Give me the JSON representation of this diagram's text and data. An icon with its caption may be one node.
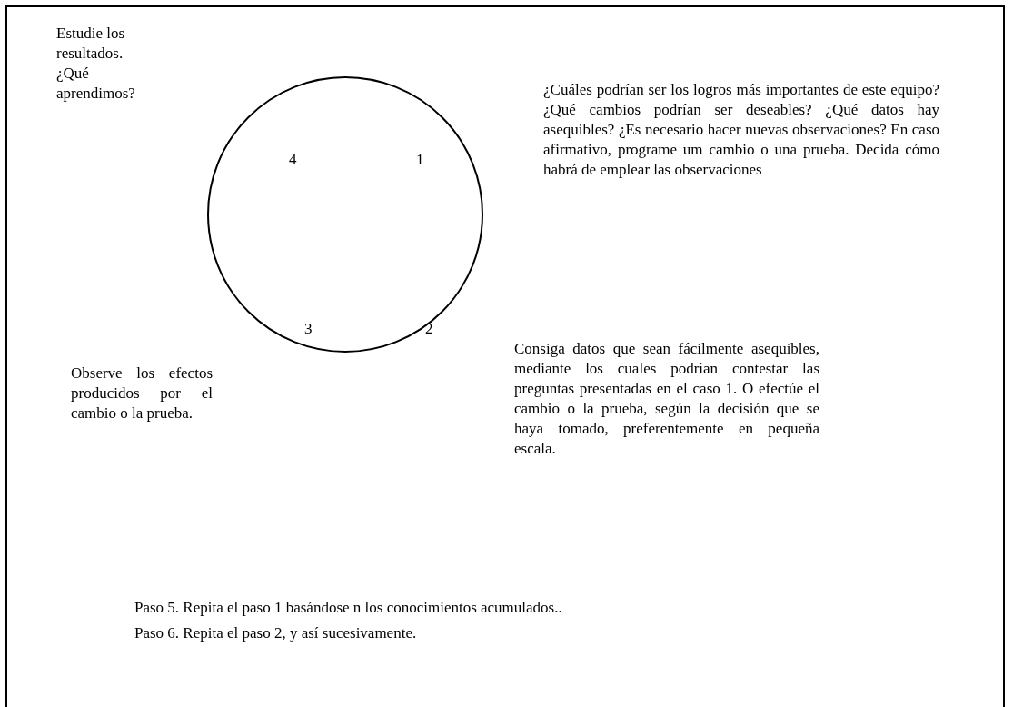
{
  "diagram": {
    "nodes": [
      {
        "text": [
          "4",
          "1",
          "3",
          "2"
        ]
      }
    ],
    "labels": [
      "Estudie los resultados. ¿Qué aprendimos?",
      "¿Cuáles podrían ser los logros más importantes de este equipo? ¿Qué cambios podrían ser deseables? ¿Qué datos hay asequibles? ¿Es necesario hacer nuevas observaciones? En caso afirmativo, programe um cambio o una prueba. Decida cómo habrá de emplear las observaciones",
      "Observe los efectos producidos por el cambio o la prueba.",
      "Consiga datos que sean fácilmente asequibles, mediante los cuales podrían contestar las preguntas presentadas en el caso 1. O efectúe el cambio o la prueba, según la decisión que se haya tomado, preferentemente en pequeña escala.",
      "Paso 5. Repita el paso 1 basándose n los conocimientos acumulados..",
      "Paso 6. Repita el paso 2, y así sucesivamente."
    ]
  }
}
